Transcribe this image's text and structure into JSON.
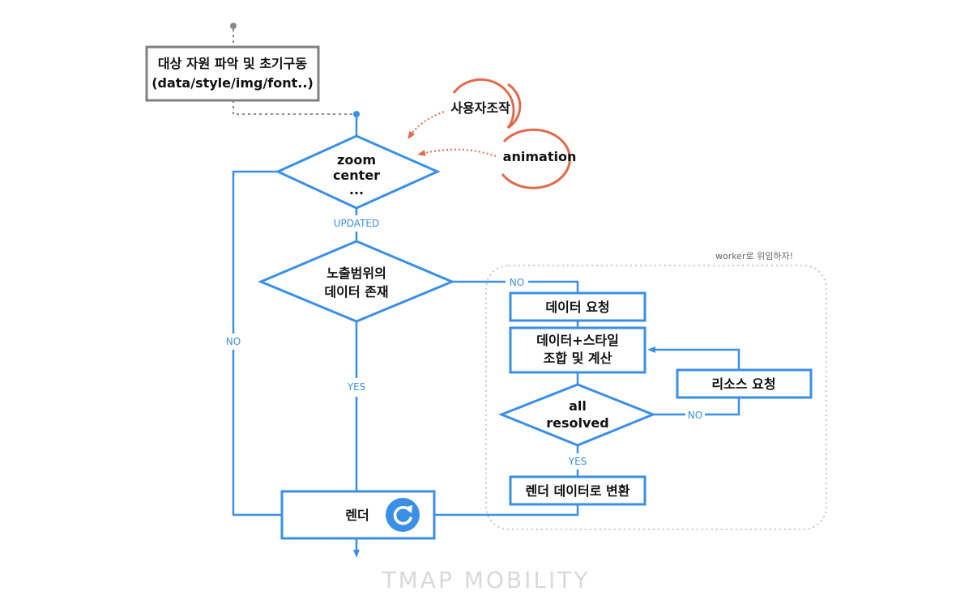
{
  "colors": {
    "flow": "#3b8fe5",
    "init_box": "#808080",
    "dotted": "#8a8a8a",
    "trigger": "#e06a4c",
    "worker_region": "#c8c8c8",
    "watermark": "#d9d9d9"
  },
  "init_box": {
    "line1": "대상 자원 파악 및 초기구동",
    "line2": "(data/style/img/font..)"
  },
  "triggers": {
    "user": "사용자조작",
    "animation": "animation"
  },
  "decision_zoom": {
    "line1": "zoom",
    "line2": "center",
    "line3": "..."
  },
  "labels": {
    "updated": "UPDATED",
    "no_left": "NO",
    "yes_main": "YES",
    "no_right": "NO",
    "no_resource": "NO",
    "yes_worker": "YES"
  },
  "decision_range": {
    "line1": "노출범위의",
    "line2": "데이터 존재"
  },
  "worker_note": "worker로 위임하자!",
  "box_request": "데이터 요청",
  "box_combine": {
    "line1": "데이터+스타일",
    "line2": "조합 및 계산"
  },
  "box_resource": "리소스 요청",
  "decision_resolved": {
    "line1": "all",
    "line2": "resolved"
  },
  "box_convert": "렌더 데이터로 변환",
  "render_box": {
    "label": "렌더",
    "icon": "refresh-icon"
  },
  "watermark": "TMAP MOBILITY"
}
